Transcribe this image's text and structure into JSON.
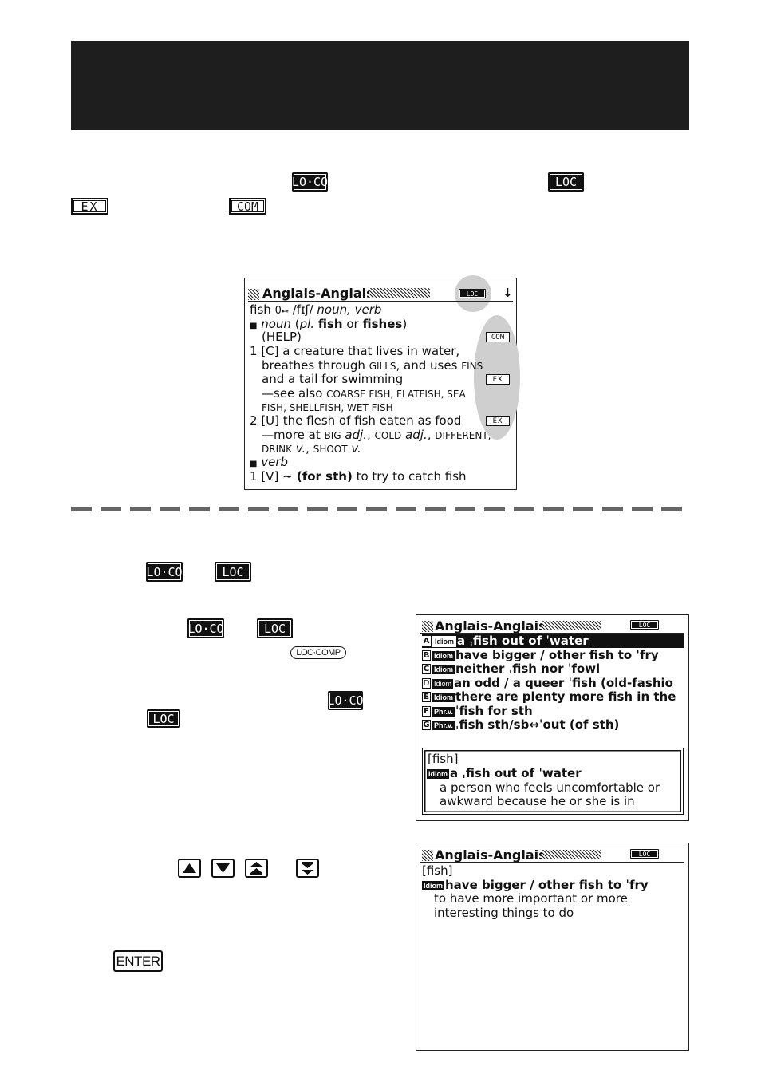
{
  "keys": {
    "loco": "LO·CO",
    "loc": "LOC",
    "ex": "EX",
    "com": "COM",
    "loc_comp": "LOC·COMP",
    "enter": "ENTER"
  },
  "screen1": {
    "title": "Anglais-Anglais",
    "loc_badge": "LOC",
    "scroll_arrow": "↓",
    "com_key": "COM",
    "ex_key": "EX",
    "headword": "fish",
    "key_symbol": "0",
    "pron": "/fɪʃ/",
    "pos": "noun, verb",
    "noun_label": "noun",
    "plural_open": "(",
    "plural_abbr": "pl.",
    "plural_forms_1": "fish",
    "plural_or": "or",
    "plural_forms_2": "fishes",
    "plural_close": ")",
    "help": "(HELP)",
    "def1_num": "1",
    "def1_line1": "[C] a creature that lives in water,",
    "def1_line2a": "breathes through ",
    "def1_line2b": "GILLS",
    "def1_line2c": ", and uses ",
    "def1_line2d": "FINS",
    "def1_line3": "and a tail for swimming",
    "def1_line4a": "—see also ",
    "def1_line4b": "COARSE FISH, FLATFISH, SEA",
    "def1_line5": "FISH, SHELLFISH, WET FISH",
    "def2_num": "2",
    "def2_line1": "[U] the flesh of fish eaten as food",
    "def2_line2a": "—more at ",
    "def2_line2b": "BIG",
    "def2_line2c": "adj.",
    "def2_line2d": "COLD",
    "def2_line2e": "adj.",
    "def2_line2f": "DIFFERENT,",
    "def2_line3a": "DRINK",
    "def2_line3b": "v.",
    "def2_line3c": "SHOOT",
    "def2_line3d": "v.",
    "verb_label": "verb",
    "v1_num": "1",
    "v1_text_a": "[V]",
    "v1_text_b": "~ (for sth)",
    "v1_text_c": "to try to catch fish"
  },
  "screen2": {
    "title": "Anglais-Anglais",
    "loc_badge": "LOC",
    "items": [
      {
        "letter": "A",
        "tag": "Idiom",
        "text": "a ˌfish out of ˈwater"
      },
      {
        "letter": "B",
        "tag": "Idiom",
        "text": "have bigger / other fish to ˈfry"
      },
      {
        "letter": "C",
        "tag": "Idiom",
        "text": "neither ˌfish nor ˈfowl"
      },
      {
        "letter": "D",
        "tag": "Idiom",
        "text": "an odd / a queer ˈfish (old-fashio"
      },
      {
        "letter": "E",
        "tag": "Idiom",
        "text": "there are plenty more fish in the"
      },
      {
        "letter": "F",
        "tag": "Phr.v.",
        "text": "ˈfish for sth"
      },
      {
        "letter": "G",
        "tag": "Phr.v.",
        "text": "ˌfish sth/sb↔ˈout (of sth)"
      }
    ],
    "preview_head": "[fish]",
    "preview_tag": "Idiom",
    "preview_phrase": "a ˌfish out of ˈwater",
    "preview_def1": "a person who feels uncomfortable or",
    "preview_def2": "awkward because he or she is in"
  },
  "screen3": {
    "title": "Anglais-Anglais",
    "loc_badge": "LOC",
    "head": "[fish]",
    "tag": "Idiom",
    "phrase": "have bigger / other fish to ˈfry",
    "def1": "to have more important or more",
    "def2": "interesting things to do"
  }
}
